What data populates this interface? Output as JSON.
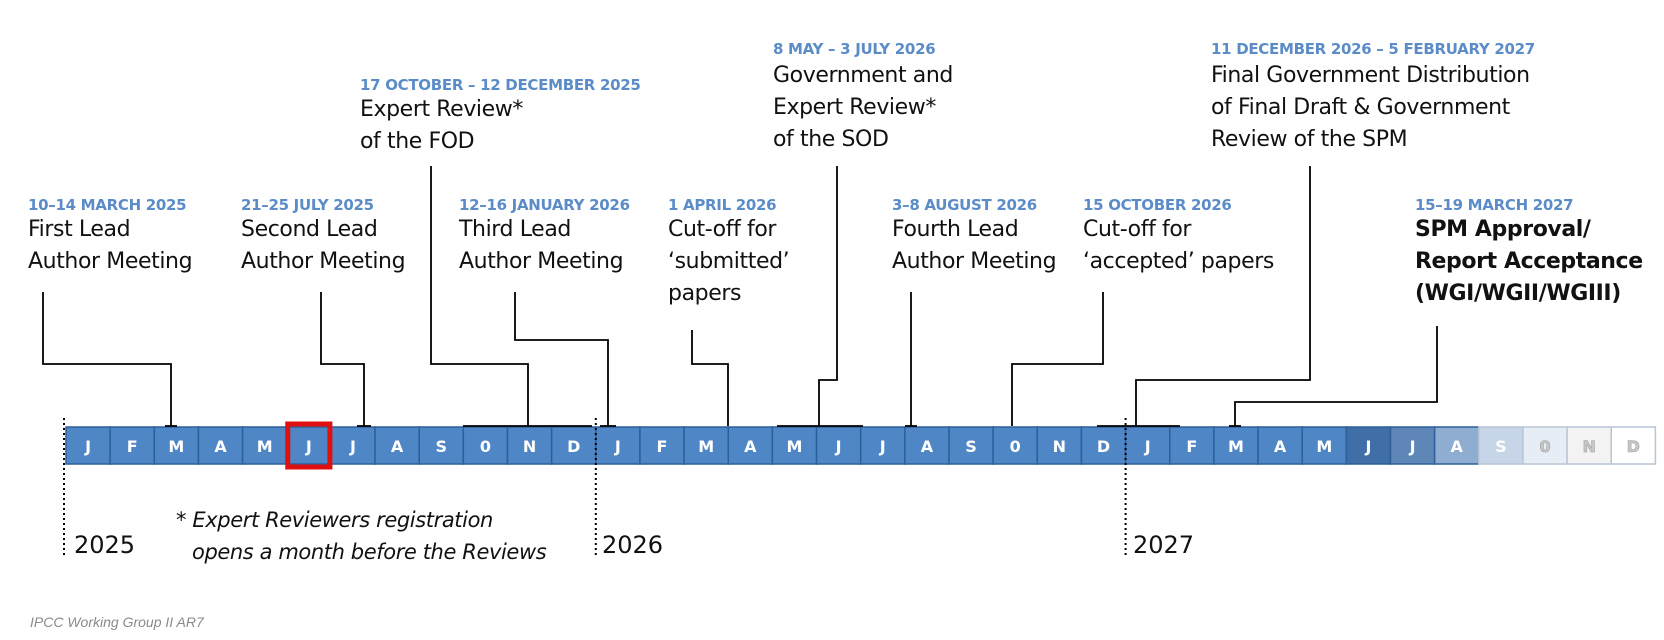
{
  "events": [
    {
      "date": "10–14 MARCH 2025",
      "title": [
        "First Lead",
        "Author Meeting"
      ]
    },
    {
      "date": "21–25 JULY 2025",
      "title": [
        "Second Lead",
        "Author Meeting"
      ]
    },
    {
      "date": "17 OCTOBER – 12 DECEMBER 2025",
      "title": [
        "Expert Review*",
        "of the FOD"
      ]
    },
    {
      "date": "12–16 JANUARY 2026",
      "title": [
        "Third Lead",
        "Author Meeting"
      ]
    },
    {
      "date": "1 APRIL 2026",
      "title": [
        "Cut-off for",
        "‘submitted’",
        "papers"
      ]
    },
    {
      "date": "8 MAY – 3 JULY 2026",
      "title": [
        "Government and",
        "Expert Review*",
        "of the SOD"
      ]
    },
    {
      "date": "3–8 AUGUST 2026",
      "title": [
        "Fourth Lead",
        "Author Meeting"
      ]
    },
    {
      "date": "15 OCTOBER 2026",
      "title": [
        "Cut-off for",
        "‘accepted’ papers"
      ]
    },
    {
      "date": "11 DECEMBER 2026 – 5 FEBRUARY 2027",
      "title": [
        "Final Government Distribution",
        "of Final Draft & Government",
        "Review of the SPM"
      ]
    },
    {
      "date": "15–19 MARCH 2027",
      "title": [
        "SPM Approval/",
        "Report Acceptance",
        "(WGI/WGII/WGIII)"
      ]
    }
  ],
  "months": [
    "J",
    "F",
    "M",
    "A",
    "M",
    "J",
    "J",
    "A",
    "S",
    "0",
    "N",
    "D",
    "J",
    "F",
    "M",
    "A",
    "M",
    "J",
    "J",
    "A",
    "S",
    "0",
    "N",
    "D",
    "J",
    "F",
    "M",
    "A",
    "M",
    "J",
    "J",
    "A",
    "S",
    "0",
    "N",
    "D"
  ],
  "highlighted_month": {
    "year": "2025",
    "label": "J"
  },
  "years": [
    "2025",
    "2026",
    "2027"
  ],
  "note": [
    "* Expert Reviewers registration",
    "opens a month before the Reviews"
  ],
  "credit": "IPCC Working Group II AR7",
  "colors": {
    "cell": "#4f86c6",
    "cell_border": "#2f5f98",
    "date_text": "#5b8cc8",
    "highlight": "#e01010",
    "fade": [
      "#3f6fa6",
      "#5e86b6",
      "#8eadd0",
      "#c6d5e7",
      "#e6edf5",
      "#f3f3f3",
      "#ffffff"
    ]
  }
}
